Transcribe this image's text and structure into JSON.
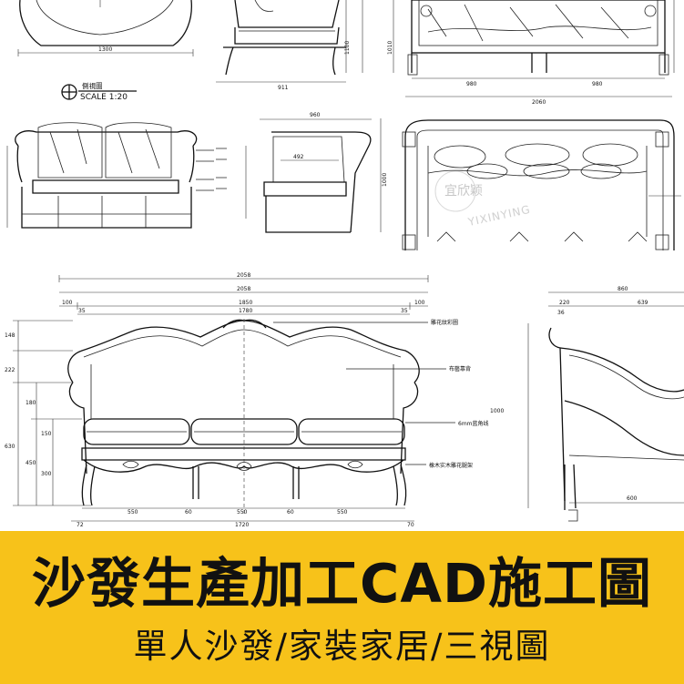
{
  "banner": {
    "title": "沙發生產加工CAD施工圖",
    "subtitle": "單人沙發/家裝家居/三視圖"
  },
  "watermark": {
    "mark": "宜欣颖",
    "brand": "YIXINYING"
  },
  "side_view": {
    "label": "側視圖",
    "scale": "SCALE 1:20"
  },
  "dimensions": {
    "top_left": "1300",
    "top_mid_a": "911",
    "top_mid_b": "1100",
    "top_right_a": "980",
    "top_right_b": "980",
    "top_right_total": "2060",
    "top_right_c": "1010",
    "mid_section_a": "960",
    "mid_section_b": "492",
    "mid_section_h": "1000",
    "main_total_a": "2058",
    "main_total_b": "2058",
    "main_side_l": "100",
    "main_side_r": "100",
    "main_inner": "1850",
    "main_back": "1780",
    "main_offset_l": "35",
    "main_offset_r": "35",
    "h1": "148",
    "h2": "222",
    "h3": "180",
    "h4": "150",
    "h5": "630",
    "h6": "450",
    "h7": "300",
    "bot_a": "550",
    "bot_b": "60",
    "bot_c": "550",
    "bot_d": "60",
    "bot_e": "550",
    "bot_l": "72",
    "bot_total": "1720",
    "bot_r": "70",
    "side_w": "860",
    "side_a": "220",
    "side_b": "639",
    "side_c": "36",
    "side_h": "1000",
    "side_d": "600"
  },
  "annotations": {
    "carving_top": "雕花紋彩圖",
    "fabric": "布藝靠背",
    "edge_line": "6mm蓝角线",
    "frame_carving": "橡木实木雕花腿架"
  }
}
